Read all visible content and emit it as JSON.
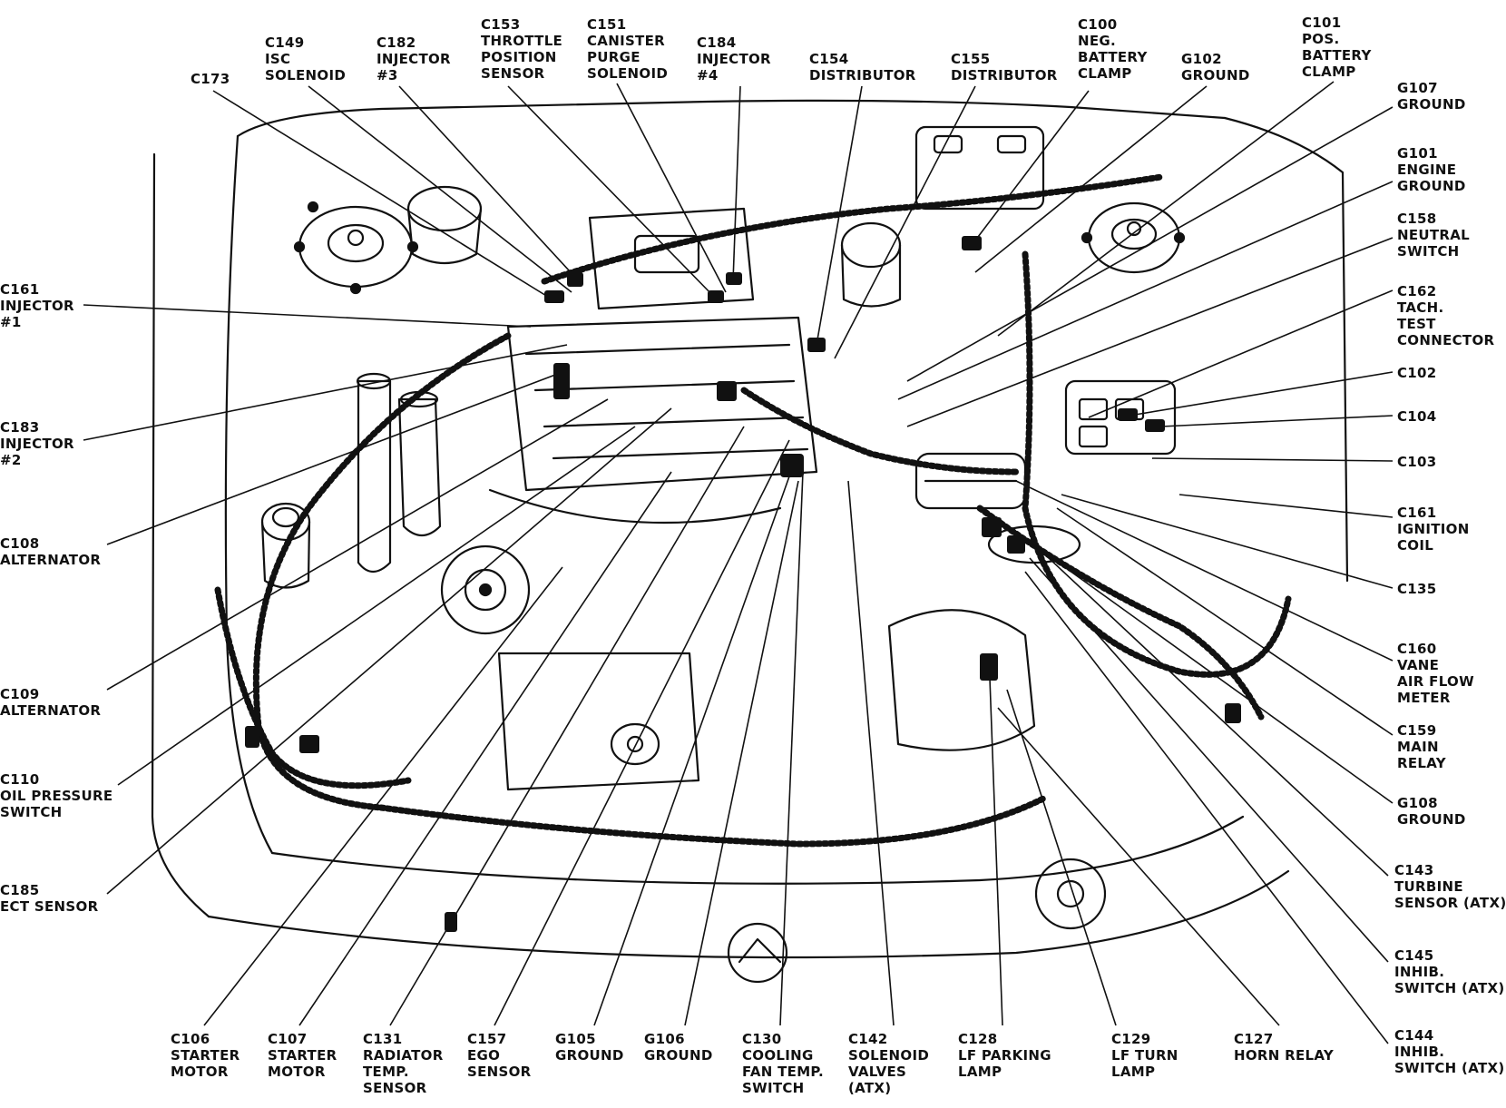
{
  "colors": {
    "ink": "#111111",
    "paper": "#ffffff",
    "shade": "#cfcfcf"
  },
  "labels": {
    "c173": {
      "lines": [
        "C173"
      ]
    },
    "c149": {
      "lines": [
        "C149",
        "ISC",
        "SOLENOID"
      ]
    },
    "c182": {
      "lines": [
        "C182",
        "INJECTOR",
        "#3"
      ]
    },
    "c153": {
      "lines": [
        "C153",
        "THROTTLE",
        "POSITION",
        "SENSOR"
      ]
    },
    "c151": {
      "lines": [
        "C151",
        "CANISTER",
        "PURGE",
        "SOLENOID"
      ]
    },
    "c184": {
      "lines": [
        "C184",
        "INJECTOR",
        "#4"
      ]
    },
    "c154": {
      "lines": [
        "C154",
        "DISTRIBUTOR"
      ]
    },
    "c155": {
      "lines": [
        "C155",
        "DISTRIBUTOR"
      ]
    },
    "c100": {
      "lines": [
        "C100",
        "NEG.",
        "BATTERY",
        "CLAMP"
      ]
    },
    "g102": {
      "lines": [
        "G102",
        "GROUND"
      ]
    },
    "c101": {
      "lines": [
        "C101",
        "POS.",
        "BATTERY",
        "CLAMP"
      ]
    },
    "g107": {
      "lines": [
        "G107",
        "GROUND"
      ]
    },
    "g101": {
      "lines": [
        "G101",
        "ENGINE",
        "GROUND"
      ]
    },
    "c158": {
      "lines": [
        "C158",
        "NEUTRAL",
        "SWITCH"
      ]
    },
    "c162": {
      "lines": [
        "C162",
        "TACH.",
        "TEST",
        "CONNECTOR"
      ]
    },
    "c102": {
      "lines": [
        "C102"
      ]
    },
    "c104": {
      "lines": [
        "C104"
      ]
    },
    "c103": {
      "lines": [
        "C103"
      ]
    },
    "c161r": {
      "lines": [
        "C161",
        "IGNITION",
        "COIL"
      ]
    },
    "c135": {
      "lines": [
        "C135"
      ]
    },
    "c160": {
      "lines": [
        "C160",
        "VANE",
        "AIR FLOW",
        "METER"
      ]
    },
    "c159": {
      "lines": [
        "C159",
        "MAIN",
        "RELAY"
      ]
    },
    "g108": {
      "lines": [
        "G108",
        "GROUND"
      ]
    },
    "c143": {
      "lines": [
        "C143",
        "TURBINE",
        "SENSOR (ATX)"
      ]
    },
    "c145": {
      "lines": [
        "C145",
        "INHIB.",
        "SWITCH (ATX)"
      ]
    },
    "c144": {
      "lines": [
        "C144",
        "INHIB.",
        "SWITCH (ATX)"
      ]
    },
    "c161l": {
      "lines": [
        "C161",
        "INJECTOR",
        "#1"
      ]
    },
    "c183": {
      "lines": [
        "C183",
        "INJECTOR",
        "#2"
      ]
    },
    "c108": {
      "lines": [
        "C108",
        "ALTERNATOR"
      ]
    },
    "c109": {
      "lines": [
        "C109",
        "ALTERNATOR"
      ]
    },
    "c110": {
      "lines": [
        "C110",
        "OIL PRESSURE",
        "SWITCH"
      ]
    },
    "c185": {
      "lines": [
        "C185",
        "ECT SENSOR"
      ]
    },
    "c106": {
      "lines": [
        "C106",
        "STARTER",
        "MOTOR"
      ]
    },
    "c107": {
      "lines": [
        "C107",
        "STARTER",
        "MOTOR"
      ]
    },
    "c131": {
      "lines": [
        "C131",
        "RADIATOR",
        "TEMP.",
        "SENSOR"
      ]
    },
    "c157": {
      "lines": [
        "C157",
        "EGO",
        "SENSOR"
      ]
    },
    "g105": {
      "lines": [
        "G105",
        "GROUND"
      ]
    },
    "g106": {
      "lines": [
        "G106",
        "GROUND"
      ]
    },
    "c130": {
      "lines": [
        "C130",
        "COOLING",
        "FAN TEMP.",
        "SWITCH"
      ]
    },
    "c142": {
      "lines": [
        "C142",
        "SOLENOID",
        "VALVES",
        "(ATX)"
      ]
    },
    "c128": {
      "lines": [
        "C128",
        "LF PARKING",
        "LAMP"
      ]
    },
    "c129": {
      "lines": [
        "C129",
        "LF TURN",
        "LAMP"
      ]
    },
    "c127": {
      "lines": [
        "C127",
        "HORN RELAY"
      ]
    }
  }
}
